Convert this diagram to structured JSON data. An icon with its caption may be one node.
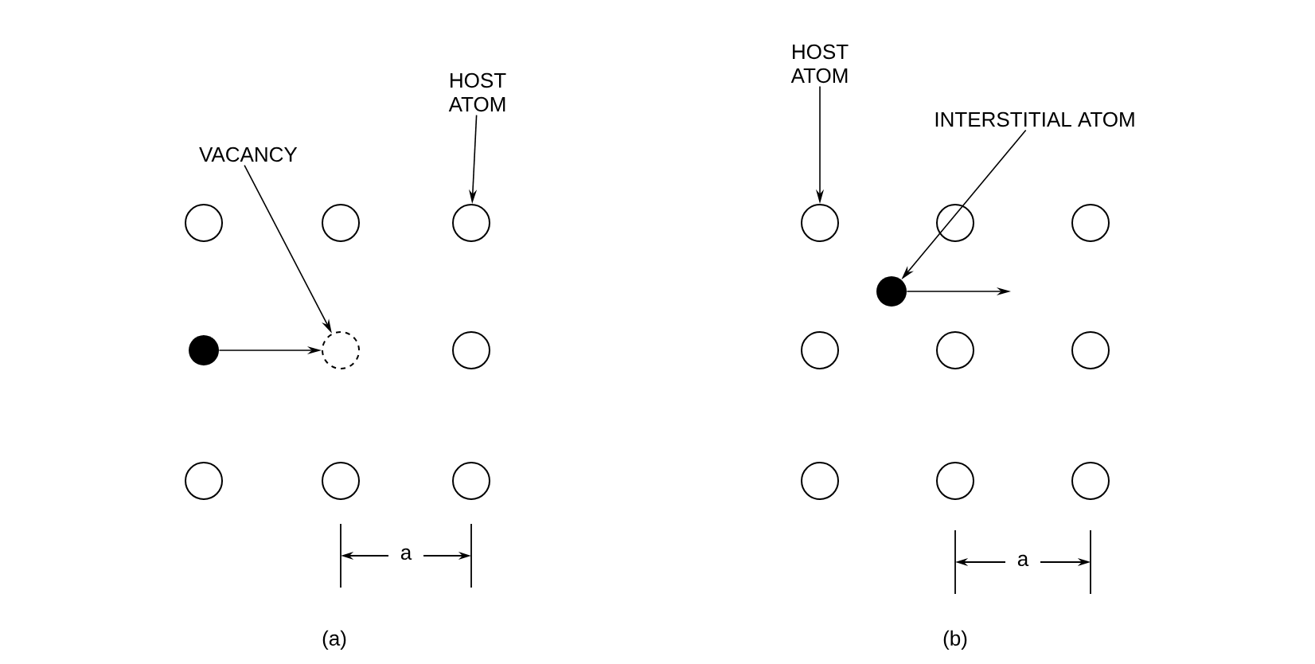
{
  "diagram": {
    "nodes": [
      {
        "text": [
          "VACANCY"
        ]
      },
      {
        "text": [
          "HOST ATOM"
        ]
      },
      {
        "text": [],
        "shape": "circle"
      },
      {
        "text": [],
        "shape": "circle"
      },
      {
        "text": [],
        "shape": "circle"
      },
      {
        "text": [],
        "shape": "circle"
      },
      {
        "text": [],
        "shape": "circle"
      },
      {
        "text": [],
        "shape": "circle"
      },
      {
        "text": [],
        "shape": "circle"
      },
      {
        "text": [],
        "shape": "circle"
      },
      {
        "text": [],
        "shape": "circle"
      },
      {
        "text": [
          "HOST ATOM"
        ]
      },
      {
        "text": [
          "INTERSTITIAL ATOM"
        ]
      },
      {
        "text": [],
        "shape": "circle"
      },
      {
        "text": [],
        "shape": "circle"
      },
      {
        "text": [],
        "shape": "circle"
      },
      {
        "text": [],
        "shape": "circle"
      },
      {
        "text": [],
        "shape": "circle"
      },
      {
        "text": [],
        "shape": "circle"
      },
      {
        "text": [],
        "shape": "circle"
      },
      {
        "text": [],
        "shape": "circle"
      },
      {
        "text": [],
        "shape": "circle"
      },
      {
        "text": [],
        "shape": "circle"
      }
    ],
    "edges": [
      {
        "from": 0,
        "to": 6,
        "arrow": "to"
      },
      {
        "from": 1,
        "to": 4,
        "arrow": "to"
      },
      {
        "from": 5,
        "to": 6,
        "arrow": "to"
      },
      {
        "from": 11,
        "to": 13,
        "arrow": "to"
      },
      {
        "from": 12,
        "to": 16,
        "arrow": "to"
      },
      {
        "from": 16,
        "to": null,
        "arrow": "to"
      }
    ],
    "labels": [
      "a",
      "(a)",
      "a",
      "(b)"
    ]
  }
}
